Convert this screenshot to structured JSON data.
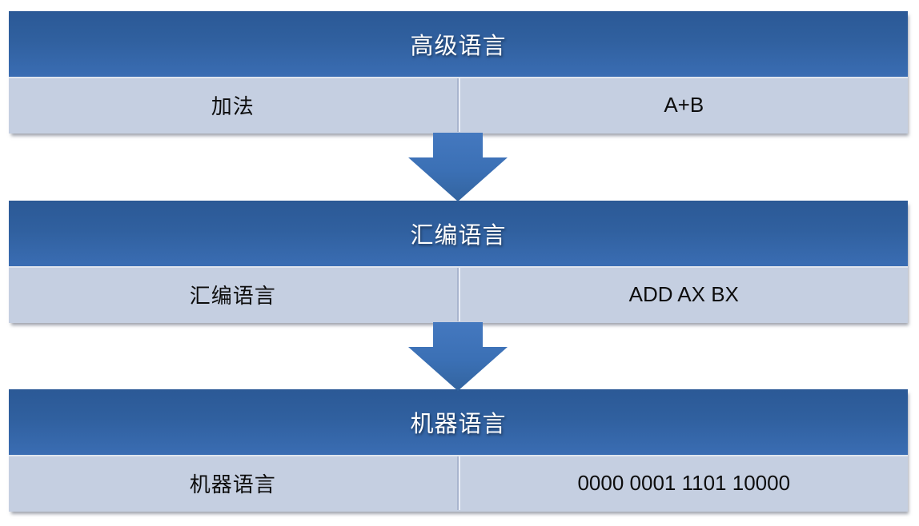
{
  "diagram": {
    "description": "Three-level programming language translation diagram",
    "blocks": [
      {
        "title": "高级语言",
        "cells": [
          "加法",
          "A+B"
        ]
      },
      {
        "title": "汇编语言",
        "cells": [
          "汇编语言",
          "ADD AX BX"
        ]
      },
      {
        "title": "机器语言",
        "cells": [
          "机器语言",
          "0000 0001 1101 10000"
        ]
      }
    ],
    "arrows": [
      {
        "name": "arrow-high-to-assembly",
        "direction": "down"
      },
      {
        "name": "arrow-assembly-to-machine",
        "direction": "down"
      }
    ],
    "colors": {
      "header_gradient_top": "#2b5996",
      "header_gradient_bottom": "#3a6db3",
      "header_text": "#ffffff",
      "body_background": "#c5cfe1",
      "body_text": "#0d0d0d",
      "arrow_fill": "#3b70b5",
      "page_background": "#ffffff"
    }
  }
}
